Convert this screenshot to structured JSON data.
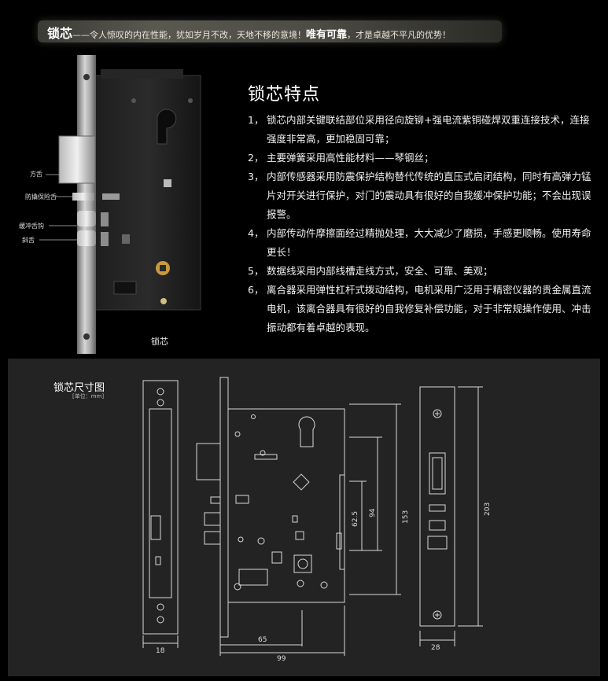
{
  "banner": {
    "t1": "锁芯",
    "t2": "——令人惊叹的内在性能，犹如岁月不改，天地不移的意境！",
    "t3": "唯有可靠",
    "t4": "，才是卓越不平凡的优势！"
  },
  "features_title": "锁芯特点",
  "features": [
    {
      "num": "1，",
      "text": "锁芯内部关键联结部位采用径向旋铆+强电流紫铜碰焊双重连接技术，连接强度非常高，更加稳固可靠；"
    },
    {
      "num": "2，",
      "text": "主要弹簧采用高性能材料——琴钢丝；"
    },
    {
      "num": "3，",
      "text": "内部传感器采用防震保护结构替代传统的直压式启闭结构，同时有高弹力锰片对开关进行保护，对门的震动具有很好的自我缓冲保护功能；不会出现误报警。"
    },
    {
      "num": "4，",
      "text": "内部传动件摩擦面经过精抛处理，大大减少了磨损，手感更顺畅。使用寿命更长！"
    },
    {
      "num": "5，",
      "text": "数据线采用内部线槽走线方式，安全、可靠、美观；"
    },
    {
      "num": "6，",
      "text": "离合器采用弹性杠杆式拨动结构，电机采用广泛用于精密仪器的贵金属直流电机，该离合器具有很好的自我修复补偿功能，对于非常规操作使用、冲击振动都有着卓越的表现。"
    }
  ],
  "photo_labels": {
    "square_tongue": "方舌",
    "anti_pry": "防撬保险舌",
    "buffer_hook": "缓冲舌钩",
    "latch": "斜舌",
    "name": "锁芯"
  },
  "dimension": {
    "title": "锁芯尺寸图",
    "unit": "[单位：mm]",
    "w_side": "18",
    "w_65": "65",
    "w_99": "99",
    "h_62": "62.5",
    "h_94": "94",
    "h_153": "153",
    "h_203": "203",
    "w_face": "28"
  }
}
